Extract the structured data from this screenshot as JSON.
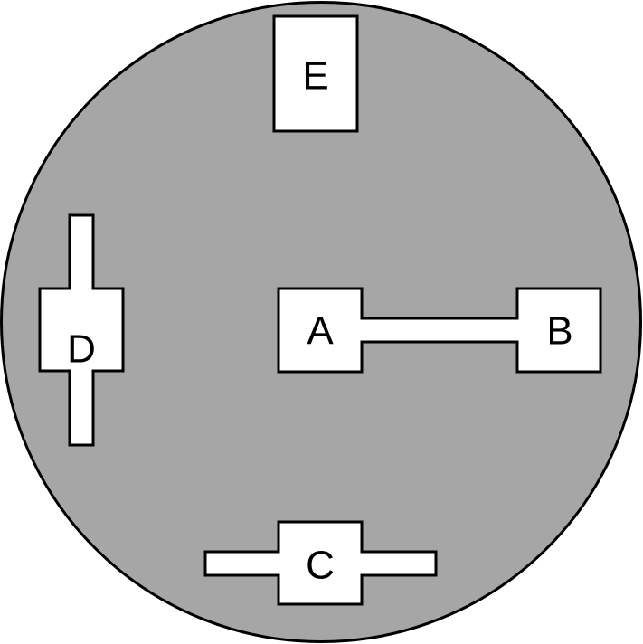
{
  "colors": {
    "disc_fill": "#a6a6a6",
    "disc_stroke": "#000000",
    "shape_fill": "#ffffff",
    "shape_stroke": "#000000",
    "text": "#000000"
  },
  "labels": {
    "a": "A",
    "b": "B",
    "c": "C",
    "d": "D",
    "e": "E"
  }
}
